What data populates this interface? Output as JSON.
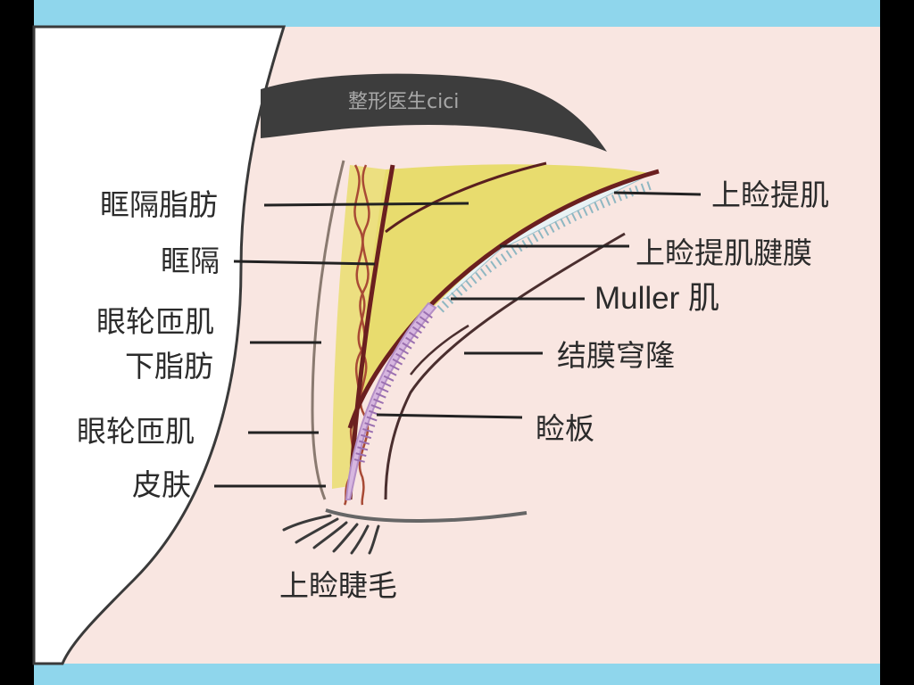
{
  "watermark": "整形医生cici",
  "labels": {
    "orbital_septum_fat": "眶隔脂肪",
    "orbital_septum": "眶隔",
    "sub_orbicularis_fat_line1": "眼轮匝肌",
    "sub_orbicularis_fat_line2": "下脂肪",
    "orbicularis_muscle": "眼轮匝肌",
    "skin": "皮肤",
    "levator_muscle": "上睑提肌",
    "levator_aponeurosis": "上睑提肌腱膜",
    "muller_muscle": "Muller 肌",
    "conjunctival_fornix": "结膜穹隆",
    "tarsus": "睑板",
    "upper_eyelashes": "上睑睫毛"
  },
  "colors": {
    "background": "#f9e6e1",
    "frame": "#8fd6ec",
    "fat": "#e8dc6e",
    "septum": "#6b1f1f",
    "tarsus": "#c9a3d6",
    "eyebrow": "#3a3a3a"
  }
}
